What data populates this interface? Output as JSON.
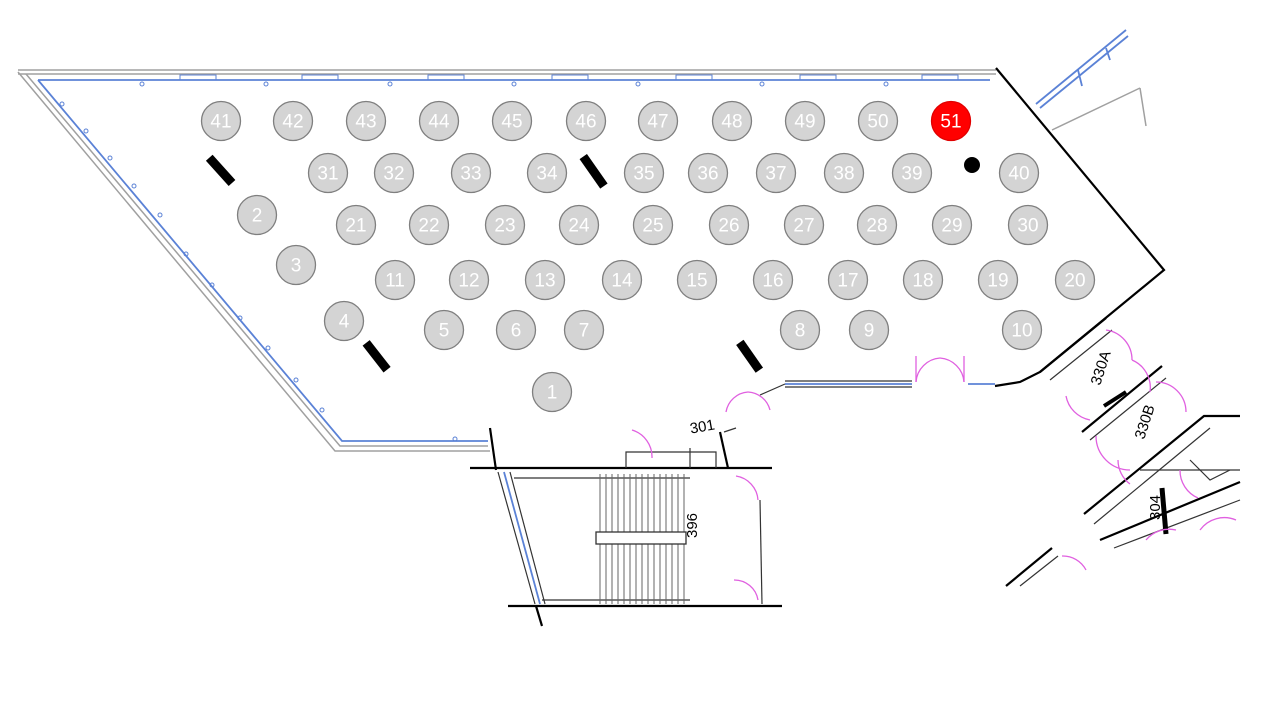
{
  "floorplan": {
    "tables": [
      {
        "id": "41",
        "highlight": false
      },
      {
        "id": "42",
        "highlight": false
      },
      {
        "id": "43",
        "highlight": false
      },
      {
        "id": "44",
        "highlight": false
      },
      {
        "id": "45",
        "highlight": false
      },
      {
        "id": "46",
        "highlight": false
      },
      {
        "id": "47",
        "highlight": false
      },
      {
        "id": "48",
        "highlight": false
      },
      {
        "id": "49",
        "highlight": false
      },
      {
        "id": "50",
        "highlight": false
      },
      {
        "id": "51",
        "highlight": true
      },
      {
        "id": "31",
        "highlight": false
      },
      {
        "id": "32",
        "highlight": false
      },
      {
        "id": "33",
        "highlight": false
      },
      {
        "id": "34",
        "highlight": false
      },
      {
        "id": "35",
        "highlight": false
      },
      {
        "id": "36",
        "highlight": false
      },
      {
        "id": "37",
        "highlight": false
      },
      {
        "id": "38",
        "highlight": false
      },
      {
        "id": "39",
        "highlight": false
      },
      {
        "id": "40",
        "highlight": false
      },
      {
        "id": "21",
        "highlight": false
      },
      {
        "id": "22",
        "highlight": false
      },
      {
        "id": "23",
        "highlight": false
      },
      {
        "id": "24",
        "highlight": false
      },
      {
        "id": "25",
        "highlight": false
      },
      {
        "id": "26",
        "highlight": false
      },
      {
        "id": "27",
        "highlight": false
      },
      {
        "id": "28",
        "highlight": false
      },
      {
        "id": "29",
        "highlight": false
      },
      {
        "id": "30",
        "highlight": false
      },
      {
        "id": "11",
        "highlight": false
      },
      {
        "id": "12",
        "highlight": false
      },
      {
        "id": "13",
        "highlight": false
      },
      {
        "id": "14",
        "highlight": false
      },
      {
        "id": "15",
        "highlight": false
      },
      {
        "id": "16",
        "highlight": false
      },
      {
        "id": "17",
        "highlight": false
      },
      {
        "id": "18",
        "highlight": false
      },
      {
        "id": "19",
        "highlight": false
      },
      {
        "id": "20",
        "highlight": false
      },
      {
        "id": "2",
        "highlight": false
      },
      {
        "id": "3",
        "highlight": false
      },
      {
        "id": "4",
        "highlight": false
      },
      {
        "id": "5",
        "highlight": false
      },
      {
        "id": "6",
        "highlight": false
      },
      {
        "id": "7",
        "highlight": false
      },
      {
        "id": "8",
        "highlight": false
      },
      {
        "id": "9",
        "highlight": false
      },
      {
        "id": "10",
        "highlight": false
      },
      {
        "id": "1",
        "highlight": false
      }
    ],
    "rooms": {
      "r301": "301",
      "r396": "396",
      "r330a": "330A",
      "r330b": "330B",
      "r304": "304"
    },
    "colors": {
      "table_fill": "#d4d4d4",
      "highlight_fill": "#ff0000",
      "window_line": "#5b82d6",
      "door_swing": "#e060e0"
    }
  }
}
